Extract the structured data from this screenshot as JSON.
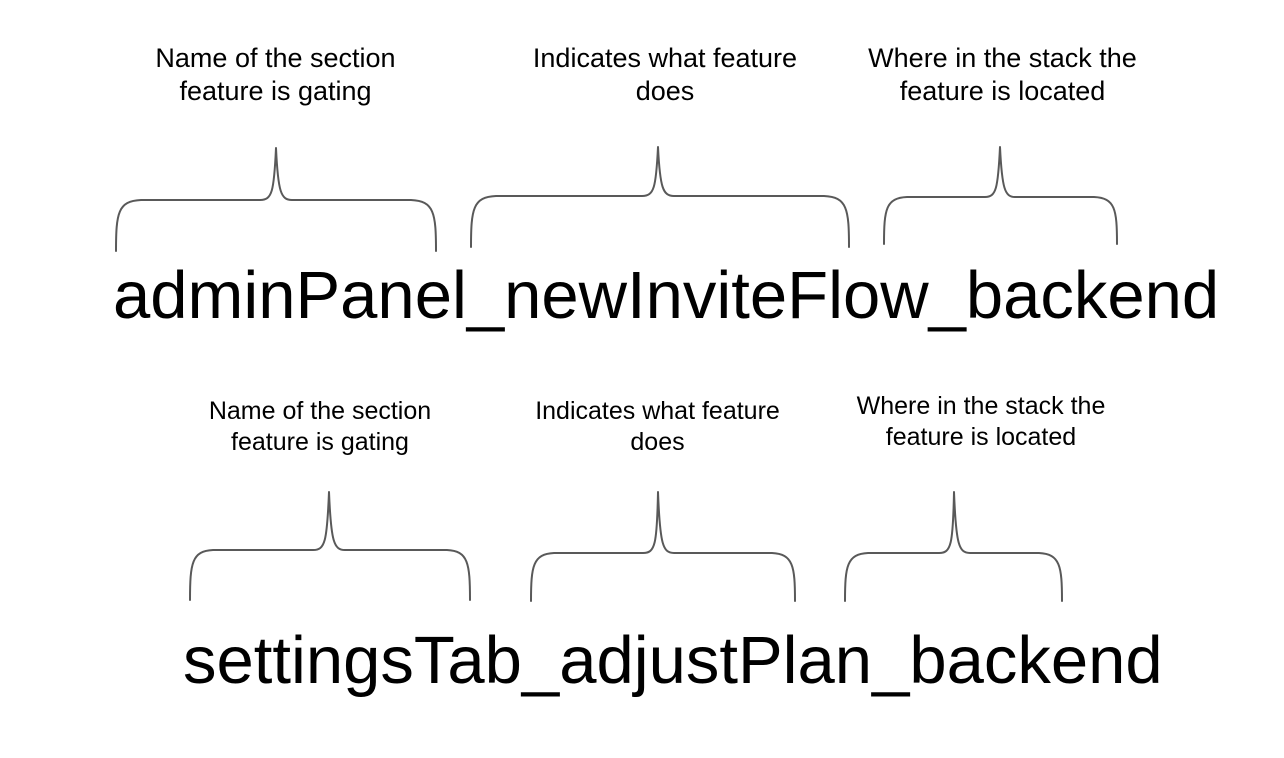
{
  "page": {
    "background_color": "#ffffff",
    "text_color": "#000000",
    "brace_color": "#595959"
  },
  "diagram": {
    "type": "annotated-naming-convention",
    "rows": [
      {
        "id": "row-1",
        "flag_name": "adminPanel_newInviteFlow_backend",
        "segments": [
          {
            "id": "row-1-segment-1",
            "token": "adminPanel",
            "caption": "Name of the section\nfeature is gating",
            "caption_line_1": "Name of the section",
            "caption_line_2": "feature is gating"
          },
          {
            "id": "row-1-segment-2",
            "token": "newInviteFlow",
            "caption": "Indicates what feature\ndoes",
            "caption_line_1": "Indicates what feature",
            "caption_line_2": "does"
          },
          {
            "id": "row-1-segment-3",
            "token": "backend",
            "caption": "Where in the stack the\nfeature is located",
            "caption_line_1": "Where in the stack the",
            "caption_line_2": "feature is located"
          }
        ]
      },
      {
        "id": "row-2",
        "flag_name": "settingsTab_adjustPlan_backend",
        "segments": [
          {
            "id": "row-2-segment-1",
            "token": "settingsTab",
            "caption": "Name of the section\nfeature is gating",
            "caption_line_1": "Name of the section",
            "caption_line_2": "feature is gating"
          },
          {
            "id": "row-2-segment-2",
            "token": "adjustPlan",
            "caption": "Indicates what feature\ndoes",
            "caption_line_1": "Indicates what feature",
            "caption_line_2": "does"
          },
          {
            "id": "row-2-segment-3",
            "token": "backend",
            "caption": "Where in the stack the\nfeature is located",
            "caption_line_1": "Where in the stack the",
            "caption_line_2": "feature is located"
          }
        ]
      }
    ]
  }
}
